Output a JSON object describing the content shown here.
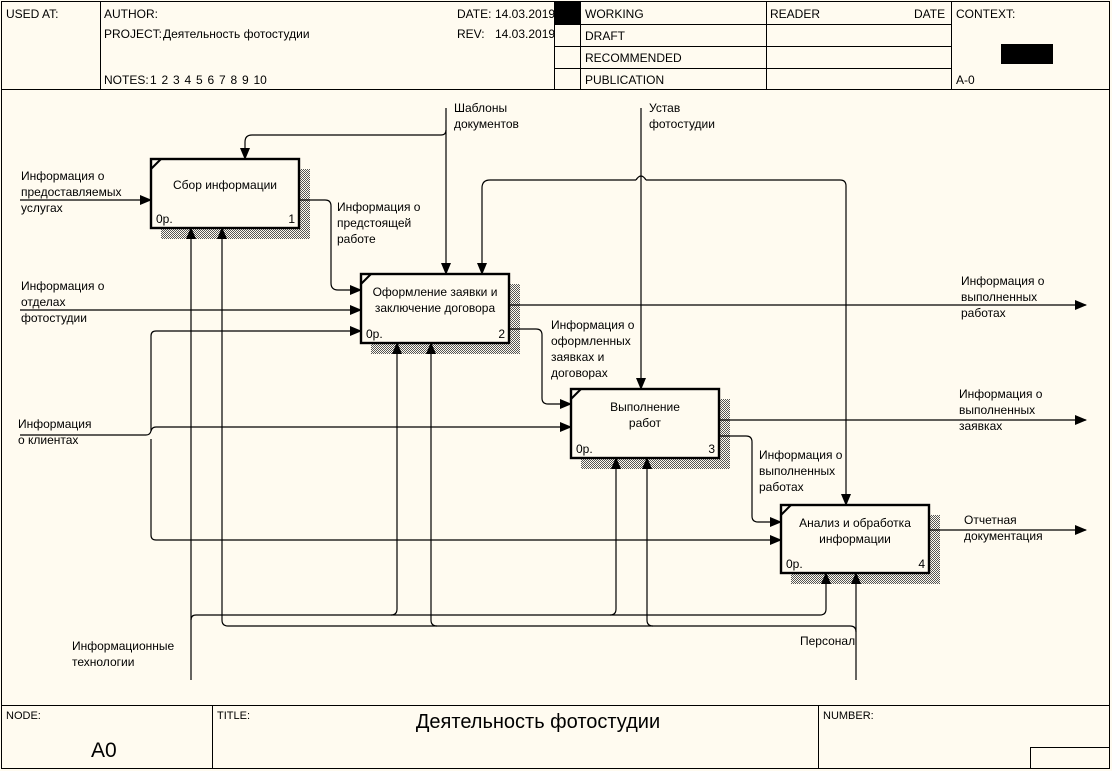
{
  "header": {
    "used_at_label": "USED AT:",
    "author_label": "AUTHOR:",
    "project_label": "PROJECT:",
    "project_value": "Деятельность фотостудии",
    "date_label": "DATE:",
    "date_value": "14.03.2019",
    "rev_label": "REV:",
    "rev_value": "14.03.2019",
    "notes_label": "NOTES:",
    "notes": [
      "1",
      "2",
      "3",
      "4",
      "5",
      "6",
      "7",
      "8",
      "9",
      "10"
    ],
    "status": [
      {
        "label": "WORKING",
        "selected": true
      },
      {
        "label": "DRAFT",
        "selected": false
      },
      {
        "label": "RECOMMENDED",
        "selected": false
      },
      {
        "label": "PUBLICATION",
        "selected": false
      }
    ],
    "reader_label": "READER",
    "reader_date_label": "DATE",
    "context_label": "CONTEXT:",
    "context_node": "A-0"
  },
  "diagram": {
    "boxes": [
      {
        "id": 1,
        "title_lines": [
          "Сбор информации"
        ],
        "cost": "0р.",
        "number": "1"
      },
      {
        "id": 2,
        "title_lines": [
          "Оформление заявки и",
          "заключение договора"
        ],
        "cost": "0р.",
        "number": "2"
      },
      {
        "id": 3,
        "title_lines": [
          "Выполнение",
          "работ"
        ],
        "cost": "0р.",
        "number": "3"
      },
      {
        "id": 4,
        "title_lines": [
          "Анализ и обработка",
          "информации"
        ],
        "cost": "0р.",
        "number": "4"
      }
    ],
    "arrow_labels": {
      "input_services": [
        "Информация о",
        "предоставляемых",
        "услугах"
      ],
      "input_departments": [
        "Информация о",
        "отделах",
        "фотостудии"
      ],
      "input_clients": [
        "Информация",
        "о клиентах"
      ],
      "control_templates": [
        "Шаблоны",
        "документов"
      ],
      "control_charter": [
        "Устав",
        "фотостудии"
      ],
      "flow_upcoming_work": [
        "Информация о",
        "предстоящей",
        "работе"
      ],
      "flow_orders": [
        "Информация о",
        "оформленных",
        "заявках и",
        "договорах"
      ],
      "flow_done_work": [
        "Информация о",
        "выполненных",
        "работах"
      ],
      "output_done_work": [
        "Информация о",
        "выполненных",
        "работах"
      ],
      "output_done_orders": [
        "Информация о",
        "выполненных",
        "заявках"
      ],
      "output_reports": [
        "Отчетная",
        "документация"
      ],
      "mechanism_it": [
        "Информационные",
        "технологии"
      ],
      "mechanism_staff": [
        "Персонал"
      ]
    }
  },
  "footer": {
    "node_label": "NODE:",
    "node_value": "A0",
    "title_label": "TITLE:",
    "title_value": "Деятельность фотостудии",
    "number_label": "NUMBER:"
  }
}
